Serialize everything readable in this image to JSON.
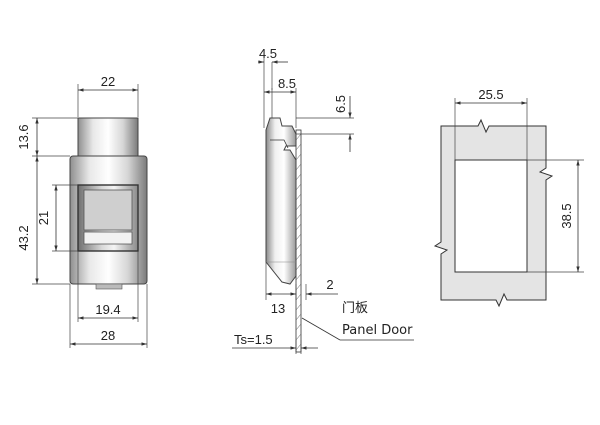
{
  "front_view": {
    "width_top": "22",
    "height_head": "13.6",
    "height_total": "43.2",
    "height_window": "21",
    "width_window": "19.4",
    "width_bottom": "28"
  },
  "side_view": {
    "dim_a": "4.5",
    "dim_b": "8.5",
    "dim_c": "6.5",
    "dim_depth": "13",
    "dim_gap": "2",
    "panel_label_cn": "门板",
    "panel_label_en": "Panel Door",
    "thickness": "Ts=1.5"
  },
  "cutout_view": {
    "width": "25.5",
    "height": "38.5"
  }
}
